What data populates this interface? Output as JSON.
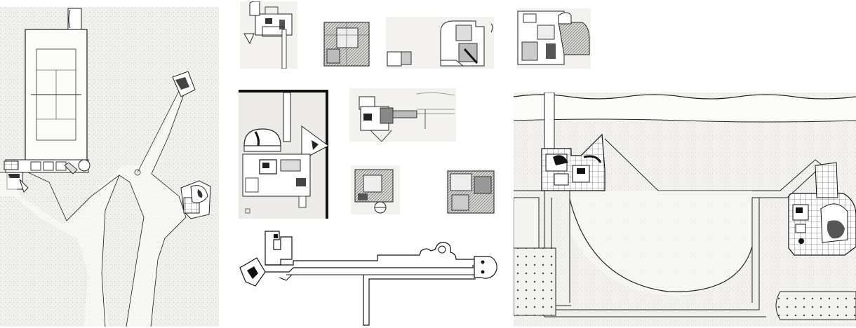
{
  "plans": [
    {
      "id": "site-plan-left",
      "labels": []
    },
    {
      "id": "small-plan-1",
      "labels": []
    },
    {
      "id": "small-plan-2",
      "labels": []
    },
    {
      "id": "small-plan-3",
      "labels": []
    },
    {
      "id": "small-plan-4",
      "labels": []
    },
    {
      "id": "large-plan-middle",
      "labels": []
    },
    {
      "id": "small-plan-5",
      "labels": []
    },
    {
      "id": "small-plan-6",
      "labels": []
    },
    {
      "id": "small-plan-7",
      "labels": []
    },
    {
      "id": "long-plan-bottom",
      "labels": []
    },
    {
      "id": "site-plan-right",
      "labels": []
    }
  ],
  "colors": {
    "paper": "#f3f2ee",
    "ink": "#1a1a1a",
    "tone": "#8a8a8a"
  }
}
